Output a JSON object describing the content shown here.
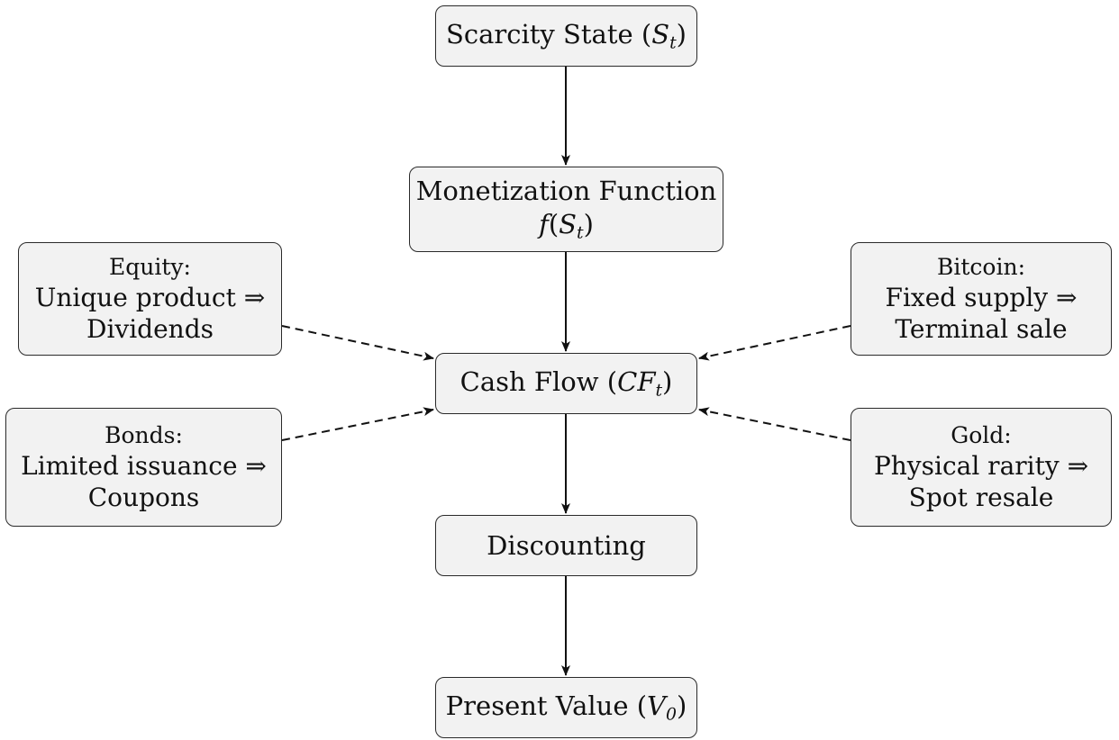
{
  "main_flow": {
    "scarcity": {
      "text": "Scarcity State (",
      "var": "S",
      "sub": "t",
      "close": ")"
    },
    "monetization": {
      "title": "Monetization Function",
      "fn": "f",
      "open": "(",
      "var": "S",
      "sub": "t",
      "close": ")"
    },
    "cashflow": {
      "text": "Cash Flow (",
      "var": "CF",
      "sub": "t",
      "close": ")"
    },
    "discounting": {
      "text": "Discounting"
    },
    "present_value": {
      "text": "Present Value (",
      "var": "V",
      "sub": "0",
      "close": ")"
    }
  },
  "examples": {
    "equity": {
      "category": "Equity:",
      "driver": "Unique product",
      "arrow": "⇒",
      "outcome": "Dividends"
    },
    "bonds": {
      "category": "Bonds:",
      "driver": "Limited issuance",
      "arrow": "⇒",
      "outcome": "Coupons"
    },
    "bitcoin": {
      "category": "Bitcoin:",
      "driver": "Fixed supply",
      "arrow": "⇒",
      "outcome": "Terminal sale"
    },
    "gold": {
      "category": "Gold:",
      "driver": "Physical rarity",
      "arrow": "⇒",
      "outcome": "Spot resale"
    }
  },
  "colors": {
    "node_fill": "#f2f2f2",
    "node_border": "#2a2a2a",
    "arrow": "#111111"
  }
}
